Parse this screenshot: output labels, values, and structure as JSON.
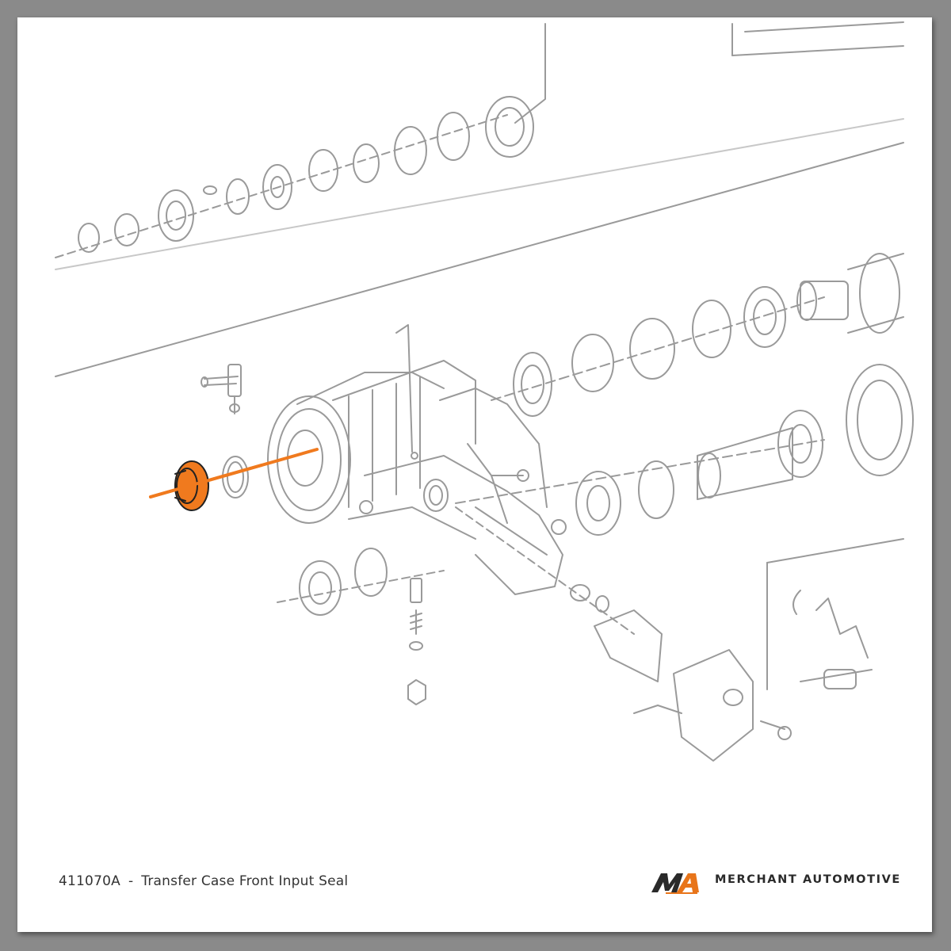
{
  "caption": {
    "part_number": "411070A",
    "separator": "-",
    "description": "Transfer Case Front Input Seal"
  },
  "brand": {
    "logo_letters": "MA",
    "name": "MERCHANT AUTOMOTIVE",
    "colors": {
      "dark": "#2a2a2a",
      "accent": "#e8751a"
    }
  },
  "diagram": {
    "highlight_color": "#f07a1e",
    "line_color": "#9a9a9a",
    "highlighted_part": "front-input-seal"
  }
}
